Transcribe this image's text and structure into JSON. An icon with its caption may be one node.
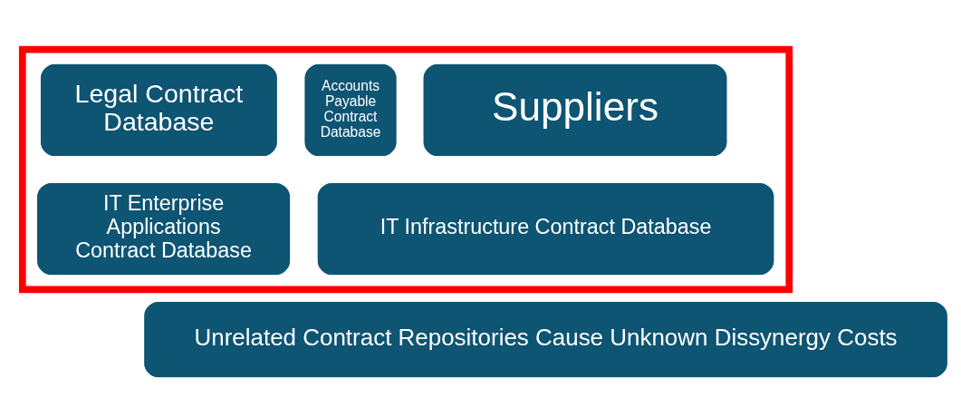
{
  "diagram": {
    "nodes": [
      {
        "text": [],
        "shape": "box"
      },
      {
        "text": [
          "Legal Contract Database"
        ],
        "in": 0
      },
      {
        "text": [
          "Accounts Payable Contract Database"
        ],
        "in": 0
      },
      {
        "text": [
          "Suppliers"
        ],
        "in": 0
      },
      {
        "text": [
          "IT Enterprise Applications Contract Database"
        ],
        "in": 0
      },
      {
        "text": [
          "IT Infrastructure Contract Database"
        ],
        "in": 0
      },
      {
        "text": [
          "Unrelated Contract Repositories Cause Unknown Dissynergy Costs"
        ]
      }
    ],
    "edges": []
  }
}
